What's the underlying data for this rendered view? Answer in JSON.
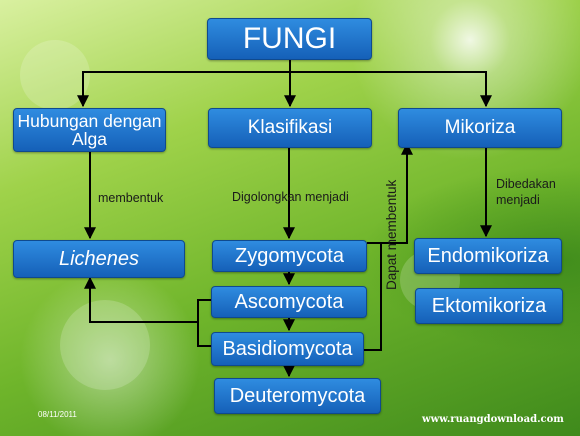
{
  "diagram": {
    "root": "FUNGI",
    "branches": {
      "algae": "Hubungan dengan Alga",
      "classification": "Klasifikasi",
      "mycorrhiza": "Mikoriza"
    },
    "nodes": {
      "lichenes": "Lichenes",
      "zygomycota": "Zygomycota",
      "ascomycota": "Ascomycota",
      "basidiomycota": "Basidiomycota",
      "deuteromycota": "Deuteromycota",
      "endomikoriza": "Endomikoriza",
      "ektomikoriza": "Ektomikoriza"
    },
    "edge_labels": {
      "membentuk": "membentuk",
      "digolongkan": "Digolongkan menjadi",
      "dapat_membentuk": "Dapat membentuk",
      "dibedakan": "Dibedakan menjadi"
    }
  },
  "footer": {
    "date": "08/11/2011",
    "url": "www.ruangdownload.com"
  }
}
